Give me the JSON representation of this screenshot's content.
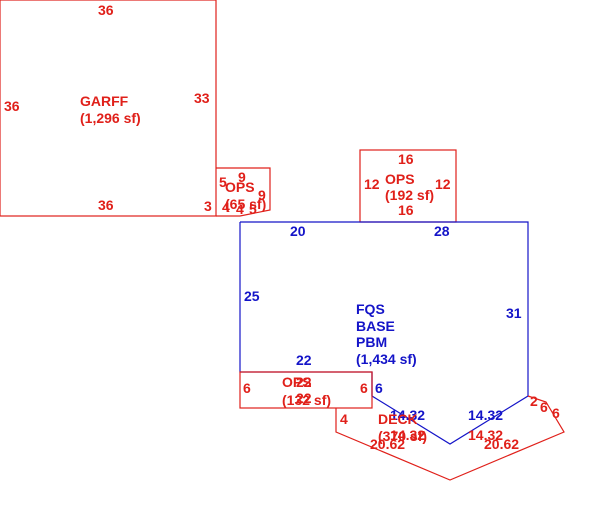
{
  "colors": {
    "red": "#e0201a",
    "blue": "#1414c8",
    "background": "#ffffff"
  },
  "garff": {
    "name": "GARFF",
    "area": "(1,296 sf)",
    "dims": {
      "top": "36",
      "left": "36",
      "right": "33",
      "bottom": "36",
      "bottom_small": "3"
    }
  },
  "ops_small": {
    "name": "OPS",
    "area": "(65 sf)",
    "dims": {
      "a": "5",
      "b": "9",
      "c": "9",
      "d": "4",
      "e": "4",
      "f": "5"
    }
  },
  "ops_top": {
    "name": "OPS",
    "area": "(192 sf)",
    "dims": {
      "top": "16",
      "left": "12",
      "right": "12",
      "bottom": "16"
    }
  },
  "base": {
    "line1": "FQS",
    "line2": "BASE",
    "line3": "PBM",
    "area": "(1,434 sf)",
    "dims": {
      "top_left": "20",
      "top_right": "28",
      "left": "25",
      "right": "31",
      "inner": "22",
      "step": "6",
      "diag_left": "14.32",
      "diag_right": "14.32"
    }
  },
  "ops_bottom": {
    "name": "OPS",
    "area": "(132 sf)",
    "dims": {
      "top": "22",
      "bottom": "22",
      "left": "6",
      "right": "6"
    }
  },
  "deck": {
    "name": "DECK",
    "area": "(370 sf)",
    "dims": {
      "left": "4",
      "right_a": "2",
      "right_b": "6",
      "right_c": "6",
      "inner_left": "14.32",
      "inner_right": "14.32",
      "bottom_left": "20.62",
      "bottom_right": "20.62"
    }
  }
}
